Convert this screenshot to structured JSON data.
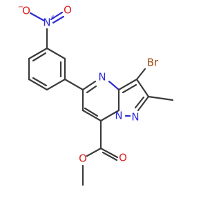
{
  "molecule": {
    "colors": {
      "carbon": "#3a3a3a",
      "nitrogen": "#2b2bd6",
      "oxygen": "#e02020",
      "bromine": "#9c4a12",
      "background": "#ffffff"
    },
    "labels": {
      "nitro_n": "N",
      "nitro_n_charge": "+",
      "nitro_o_top": "O",
      "nitro_o_top_charge": "−",
      "nitro_o_right": "O",
      "ring_n_pyrimidine": "N",
      "ring_n_bridge": "N",
      "ring_n_pyrazole": "N",
      "bromine": "Br",
      "ester_o_carbonyl": "O",
      "ester_o_single": "O"
    }
  }
}
